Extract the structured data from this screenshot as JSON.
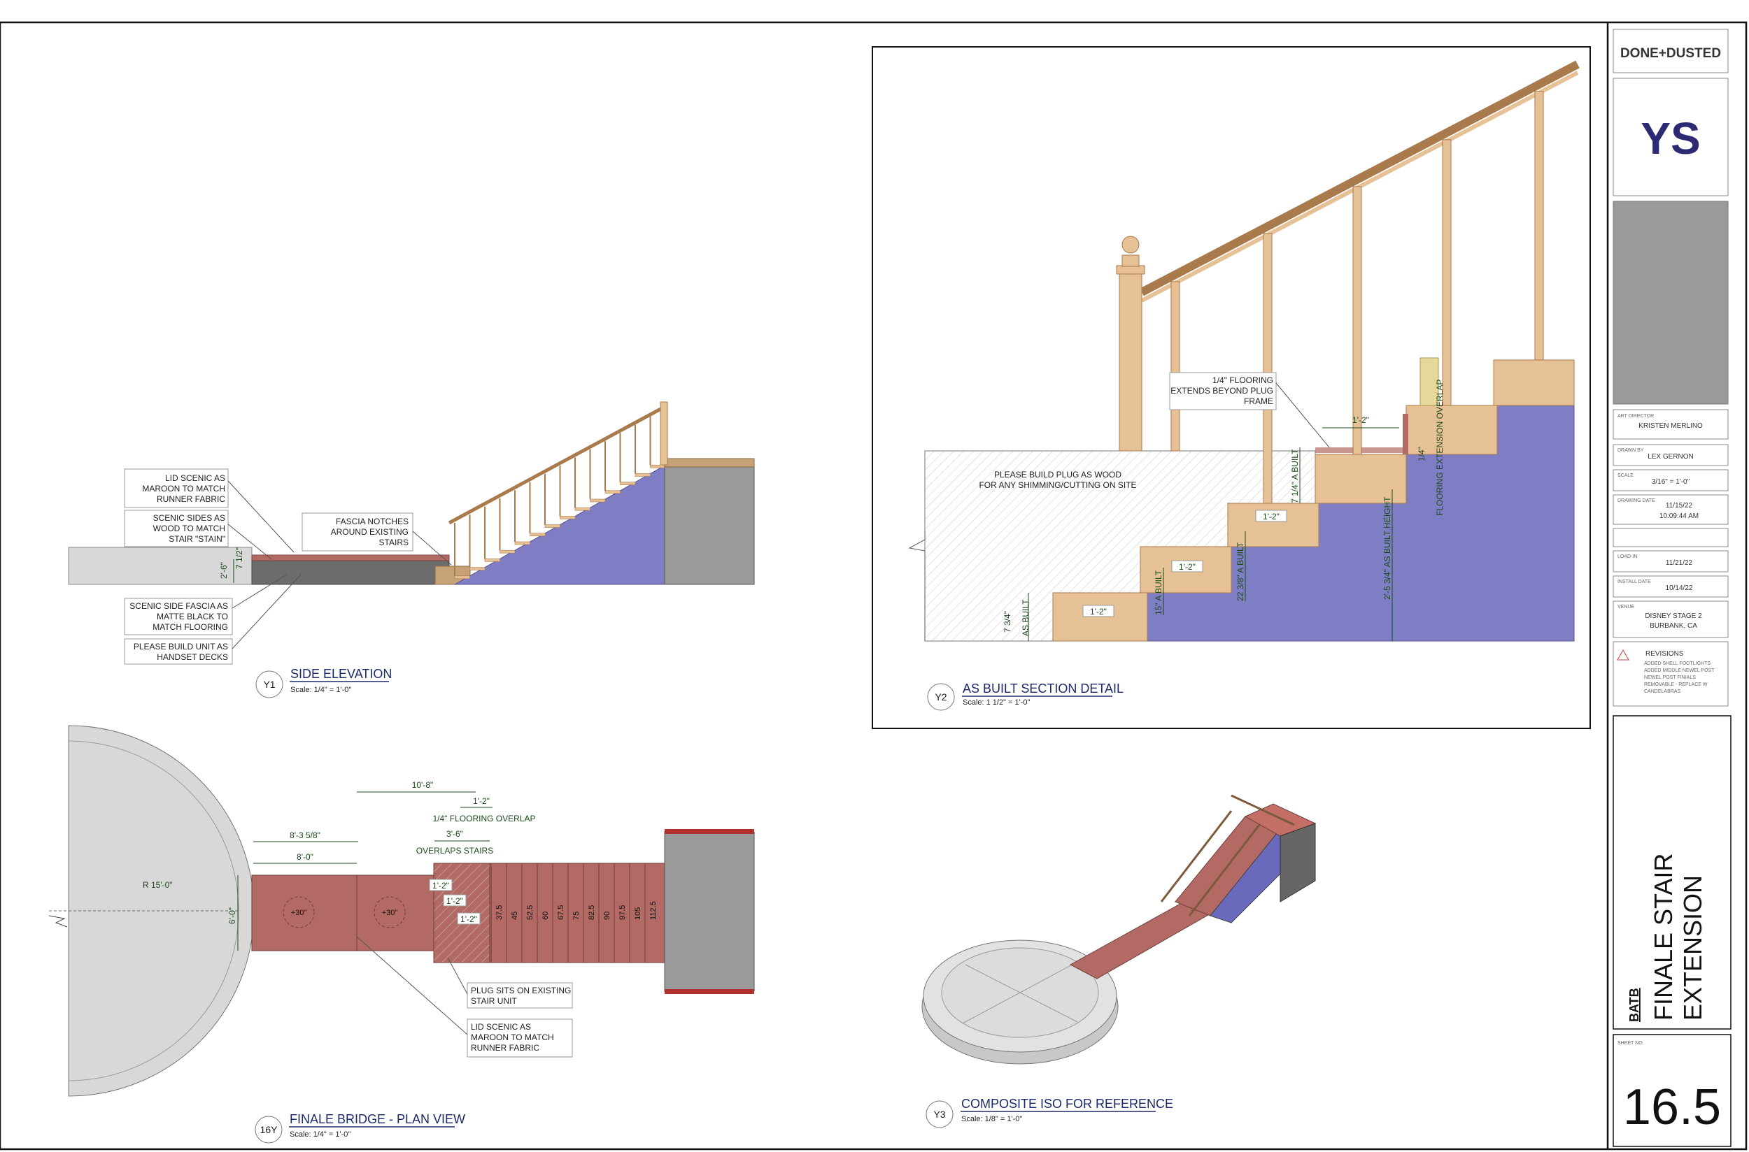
{
  "colors": {
    "stair_wood": "#e6c196",
    "wood_edge": "#a97a4c",
    "runner": "#7f7dc4",
    "bridge_maroon": "#b46a64",
    "platform_gray": "#d6d6d6",
    "dark_gray": "#8c8c8c",
    "dim_green": "#1a4a1a",
    "title_blue": "#1b2a6a"
  },
  "views": {
    "y1": {
      "id": "Y1",
      "title": "SIDE ELEVATION",
      "scale": "Scale: 1/4\" = 1'-0\"",
      "notes": {
        "lid": [
          "LID SCENIC AS",
          "MAROON TO MATCH",
          "RUNNER FABRIC"
        ],
        "sides": [
          "SCENIC SIDES AS",
          "WOOD TO MATCH",
          "STAIR \"STAIN\""
        ],
        "fascia_notch": [
          "FASCIA NOTCHES",
          "AROUND EXISTING",
          "STAIRS"
        ],
        "fascia_black": [
          "SCENIC SIDE FASCIA AS",
          "MATTE BLACK TO",
          "MATCH FLOORING"
        ],
        "handset": [
          "PLEASE BUILD UNIT AS",
          "HANDSET DECKS"
        ]
      },
      "dims": {
        "h1": "2'-6\"",
        "h2": "7 1/2\""
      }
    },
    "y2": {
      "id": "Y2",
      "title": "AS BUILT SECTION DETAIL",
      "scale": "Scale: 1 1/2\" = 1'-0\"",
      "notes": {
        "flooring": [
          "1/4\" FLOORING",
          "EXTENDS BEYOND PLUG",
          "FRAME"
        ],
        "plug": [
          "PLEASE BUILD PLUG AS WOOD",
          "FOR ANY SHIMMING/CUTTING ON SITE"
        ]
      },
      "treads": [
        "1'-2\"",
        "1'-2\"",
        "1'-2\"",
        "1'-2\""
      ],
      "dims": {
        "first_rise": "7 3/4\"",
        "as_built": "AS BUILT",
        "rise_15": "15\" A BUILT",
        "rise_22": "22 3/8\" A BUILT",
        "rise_7": "7 1/4\" A BUILT",
        "height": "2'-5 3/4\" AS BUILT HEIGHT",
        "overlap": "FLOORING EXTENSION OVERLAP",
        "quarter": "1/4\"",
        "top_tread": "1'-2\""
      }
    },
    "y16": {
      "id": "16Y",
      "title": "FINALE BRIDGE - PLAN VIEW",
      "scale": "Scale: 1/4\" = 1'-0\"",
      "dims": {
        "overall": "10'-8\"",
        "d1": "8'-3 5/8\"",
        "d2": "8'-0\"",
        "small": "1'-2\"",
        "d3": "3'-6\"",
        "width": "6'-0\"",
        "radius": "R 15'-0\""
      },
      "labels": {
        "flooring_overlap": "1/4\" FLOORING OVERLAP",
        "overlaps_stairs": "OVERLAPS STAIRS"
      },
      "elev": [
        "+30\"",
        "+30\""
      ],
      "step_heights": [
        "37.5",
        "45",
        "52.5",
        "60",
        "67.5",
        "75",
        "82.5",
        "90",
        "97.5",
        "105",
        "112.5"
      ],
      "tread_labels": [
        "1'-2\"",
        "1'-2\"",
        "1'-2\""
      ],
      "notes": {
        "plug": [
          "PLUG SITS ON EXISTING",
          "STAIR UNIT"
        ],
        "lid": [
          "LID SCENIC AS",
          "MAROON TO MATCH",
          "RUNNER FABRIC"
        ]
      }
    },
    "y3": {
      "id": "Y3",
      "title": "COMPOSITE ISO FOR REFERENCE",
      "scale": "Scale: 1/8\" = 1'-0\""
    }
  },
  "titleblock": {
    "logo": "DONE+DUSTED",
    "ys": "YS",
    "director_label": "ART DIRECTOR",
    "director": "KRISTEN MERLINO",
    "drawn_label": "DRAWN BY",
    "drawn": "LEX GERNON",
    "scale_label": "SCALE",
    "scale": "3/16\" = 1'-0\"",
    "date_label": "DRAWING DATE",
    "date": "11/15/22",
    "time": "10:09:44 AM",
    "load_in_label": "LOAD-IN",
    "load_in": "11/21/22",
    "install_label": "INSTALL DATE",
    "install": "10/14/22",
    "venue_label": "VENUE",
    "venue": [
      "DISNEY STAGE 2",
      "BURBANK, CA"
    ],
    "revisions_label": "REVISIONS",
    "revisions": [
      "ADDED SHELL FOOTLIGHTS",
      "ADDED MIDDLE NEWEL POST",
      "NEWEL POST FINIALS",
      "REMOVABLE - REPLACE W",
      "CANDELABRAS"
    ],
    "show": "BATB",
    "sheet_title": [
      "FINALE STAIR",
      "EXTENSION"
    ],
    "sheet_no_label": "SHEET NO.",
    "sheet_no": "16.5"
  }
}
